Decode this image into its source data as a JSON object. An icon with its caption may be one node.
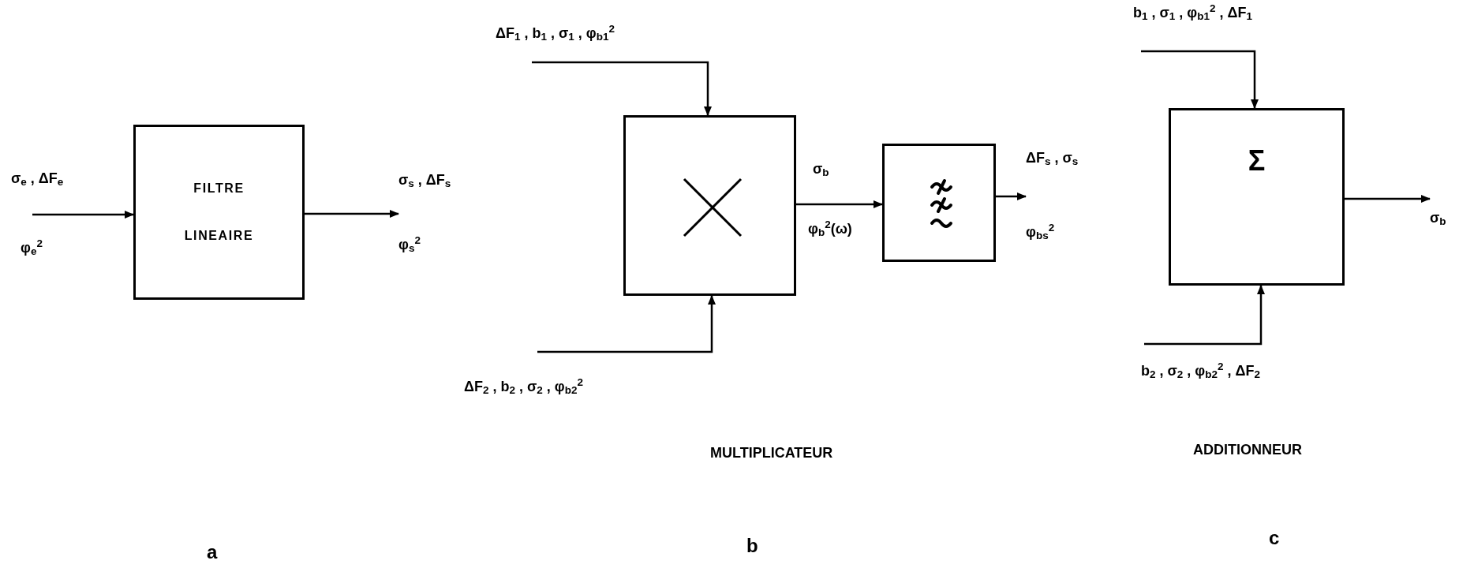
{
  "diagram": {
    "nodes": [
      {
        "text": [
          "FILTRE LINEAIRE"
        ]
      },
      {
        "text": [],
        "shape": "box"
      },
      {
        "text": [],
        "shape": "box"
      },
      {
        "text": [
          "Σ"
        ]
      },
      {
        "text": [
          "σ$_{s}$ , ΔF$_{s}$",
          "φ$_{s}$$^{2}$"
        ]
      },
      {
        "text": [
          "ΔF$_{s}$ , σ$_{s}$",
          "φ$_{bs}$$^{2}$"
        ]
      },
      {
        "text": [
          "σ$_{b}$"
        ]
      }
    ],
    "edges": [
      {
        "from": null,
        "to": 0,
        "arrow": "to"
      },
      {
        "from": 0,
        "to": 4,
        "arrow": "to"
      },
      {
        "from": null,
        "to": 1,
        "arrow": "to"
      },
      {
        "from": null,
        "to": 1,
        "arrow": "to"
      },
      {
        "from": 1,
        "to": 2,
        "arrow": "to"
      },
      {
        "from": 2,
        "to": 5,
        "arrow": "to"
      },
      {
        "from": null,
        "to": 3,
        "arrow": "to"
      },
      {
        "from": null,
        "to": 3,
        "arrow": "to"
      },
      {
        "from": 3,
        "to": 6,
        "arrow": "to"
      }
    ],
    "labels": [
      "σ$_{e}$ , ΔF$_{e}$",
      "φ$_{e}$$^{2}$",
      "ΔF$_{1}$ , b$_{1}$ , σ$_{1}$ , φ$_{b1}$$^{2}$",
      "σ$_{b}$",
      "φ$_{b}$$^{2}$(ω)",
      "ΔF$_{2}$ , b$_{2}$ , σ$_{2}$ , φ$_{b2}$$^{2}$",
      "MULTIPLICATEUR",
      "b$_{1}$ , σ$_{1}$ , φ$_{b1}$$^{2}$ , ΔF$_{1}$",
      "b$_{2}$ , σ$_{2}$ , φ$_{b2}$$^{2}$ , ΔF$_{2}$",
      "ADDITIONNEUR",
      "a",
      "b",
      "c"
    ]
  }
}
